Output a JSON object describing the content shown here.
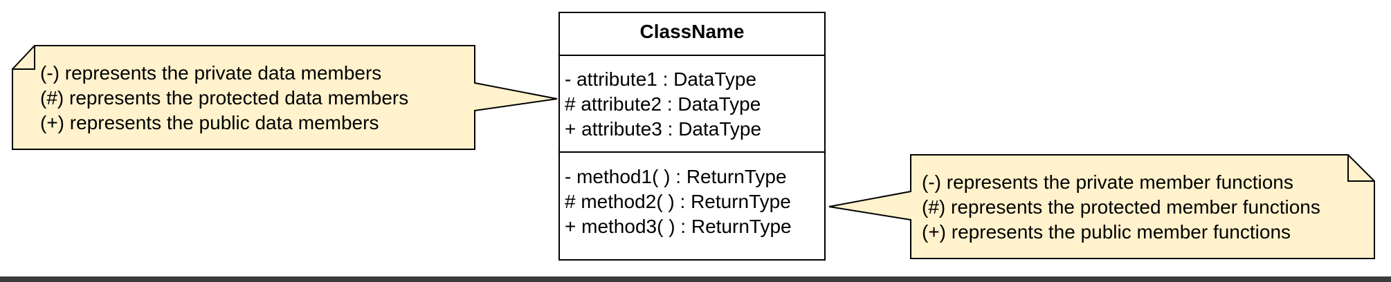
{
  "class_box": {
    "name": "ClassName",
    "attributes": [
      "- attribute1 : DataType",
      "# attribute2 : DataType",
      "+ attribute3 : DataType"
    ],
    "methods": [
      "- method1( ) : ReturnType",
      "# method2( ) : ReturnType",
      "+ method3( ) : ReturnType"
    ]
  },
  "notes": {
    "attributes_note": [
      "(-) represents the private data members",
      "(#) represents the protected data members",
      "(+) represents the public data members"
    ],
    "methods_note": [
      "(-) represents the private member functions",
      "(#) represents the protected member functions",
      "(+) represents the public member functions"
    ]
  },
  "colors": {
    "note_fill": "#fff2cc",
    "line": "#000000",
    "background": "#ffffff",
    "bottom_band": "#3b3b3b"
  }
}
